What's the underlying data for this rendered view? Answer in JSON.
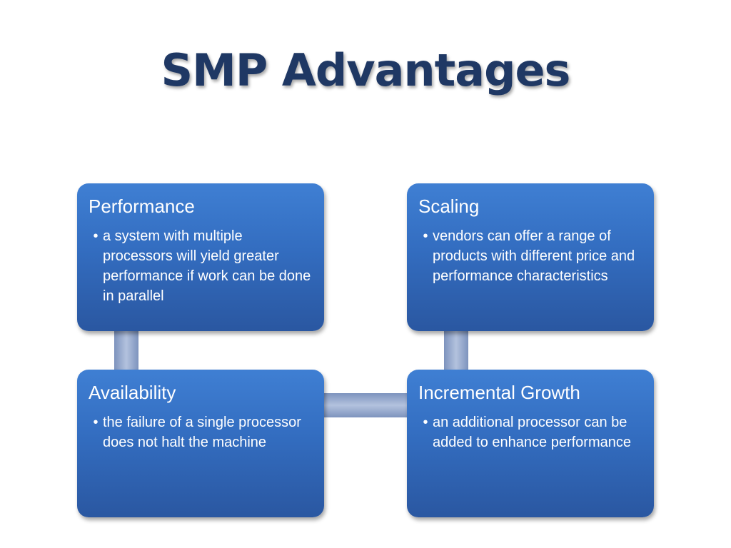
{
  "slide": {
    "title": "SMP Advantages"
  },
  "boxes": [
    {
      "title": "Performance",
      "bullet": "a system with multiple processors will yield greater performance if work can be done in parallel"
    },
    {
      "title": "Scaling",
      "bullet": "vendors can offer a range of products with different price and performance characteristics"
    },
    {
      "title": "Availability",
      "bullet": "the failure of a single processor does not halt the machine"
    },
    {
      "title": "Incremental Growth",
      "bullet": "an additional processor can be added to enhance performance"
    }
  ],
  "bullet_symbol": "•",
  "colors": {
    "title": "#1f3864",
    "box_fill": "#336dc0",
    "box_text": "#ffffff",
    "connector": "#93a8cf"
  }
}
